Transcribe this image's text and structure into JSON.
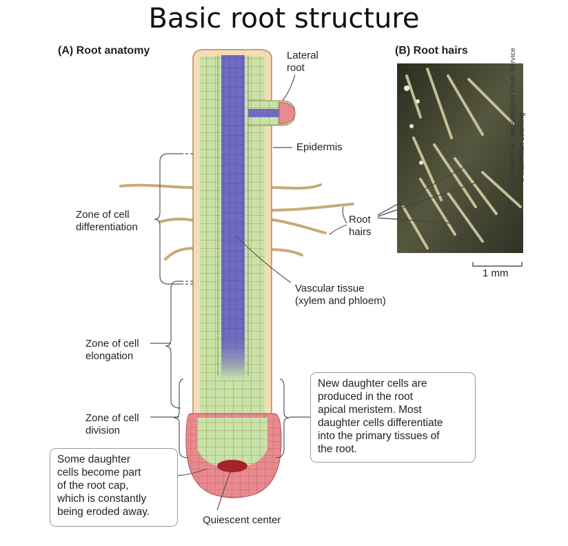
{
  "title": "Basic root structure",
  "panel_a": {
    "label": "(A) Root anatomy"
  },
  "panel_b": {
    "label": "(B) Root hairs",
    "scale_bar": "1 mm"
  },
  "labels": {
    "lateral_root_1": "Lateral",
    "lateral_root_2": "root",
    "epidermis": "Epidermis",
    "root_hairs_1": "Root",
    "root_hairs_2": "hairs",
    "vascular_1": "Vascular tissue",
    "vascular_2": "(xylem and phloem)",
    "zone_diff_1": "Zone of cell",
    "zone_diff_2": "differentiation",
    "zone_elong_1": "Zone of cell",
    "zone_elong_2": "elongation",
    "zone_div_1": "Zone of cell",
    "zone_div_2": "division",
    "quiescent": "Quiescent center"
  },
  "callouts": {
    "meristem": [
      "New daughter cells are",
      "produced in the root",
      "apical meristem. Most",
      "daughter cells differentiate",
      "into the primary tissues of",
      "the root."
    ],
    "root_cap": [
      "Some daughter",
      "cells become part",
      "of the root cap,",
      "which is constantly",
      "being eroded away."
    ]
  },
  "credit": {
    "line1": "© John N. A. Lott/Biological Photo Service",
    "line2": "© Macmillan Learning"
  },
  "colors": {
    "cortex": "#c8e2a8",
    "vascular": "#6f6ac2",
    "epidermis": "#f4dcb6",
    "root_cap": "#e88a90",
    "quiescent": "#a8222a",
    "photo_bg": "#3d3f2e"
  }
}
